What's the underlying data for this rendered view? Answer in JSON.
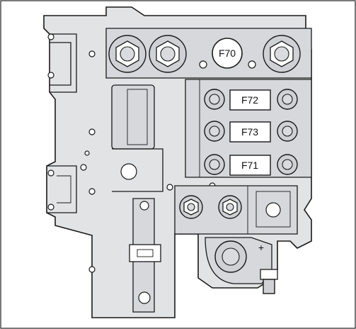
{
  "fuses": {
    "f70": {
      "label": "F70"
    },
    "f72": {
      "label": "F72"
    },
    "f73": {
      "label": "F73"
    },
    "f71": {
      "label": "F71"
    }
  },
  "polarity": {
    "symbol": "+"
  },
  "colors": {
    "body": "#e2e3e5",
    "shade": "#d6d8db",
    "stroke": "#1a1a1a"
  }
}
